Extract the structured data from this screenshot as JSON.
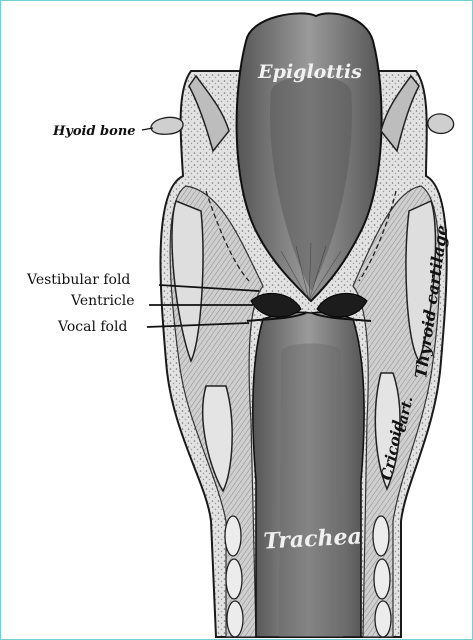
{
  "labels": {
    "epiglottis": "Epiglottis",
    "hyoid_bone": "Hyoid bone",
    "vestibular_fold": "Vestibular fold",
    "ventricle": "Ventricle",
    "vocal_fold": "Vocal fold",
    "thyroid_cartilage": "Thyroid cartilage",
    "cricoid_cart_line1": "Cricoid",
    "cricoid_cart_line2": "cart.",
    "trachea": "Trachea"
  },
  "colors": {
    "frame_border": "#6fd0d6",
    "lumen": "#7d7d7d",
    "tissue": "#d6d6d6",
    "outline": "#1a1a1a"
  }
}
